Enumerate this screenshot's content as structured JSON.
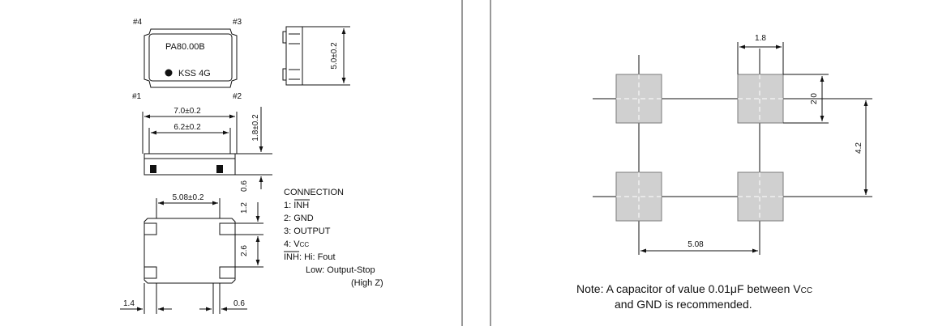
{
  "package": {
    "top_view": {
      "pin4_label": "#4",
      "pin3_label": "#3",
      "pin1_label": "#1",
      "pin2_label": "#2",
      "part_number": "PA80.00B",
      "marking": "KSS 4G"
    },
    "dimensions": {
      "side_height": "5.0±0.2",
      "length": "7.0±0.2",
      "inner_length": "6.2±0.2",
      "height": "1.8±0.2",
      "standoff": "0.6",
      "pad_pitch_label": "5.08±0.2",
      "pad_top": "1.2",
      "pad_height": "2.6",
      "pad_width": "1.4",
      "pad_gap": "0.6"
    }
  },
  "connection": {
    "title": "CONNECTION",
    "pin1_prefix": "1: ",
    "pin1_name": "INH",
    "pin2": "2: GND",
    "pin3": "3: OUTPUT",
    "pin4_prefix": "4: V",
    "pin4_sub": "CC",
    "inh_name": "INH",
    "inh_hi": ": Hi: Fout",
    "inh_low": "Low: Output-Stop",
    "inh_highz": "(High Z)"
  },
  "land_pattern": {
    "pad_width": "1.8",
    "pad_height": "2.0",
    "vertical_pitch": "4.2",
    "horizontal_pitch": "5.08"
  },
  "note": {
    "prefix": "Note: ",
    "line1_a": "A capacitor of value 0.01",
    "mu": "μ",
    "line1_b": "F between V",
    "vcc_sub": "CC",
    "line2": "and GND is recommended."
  }
}
